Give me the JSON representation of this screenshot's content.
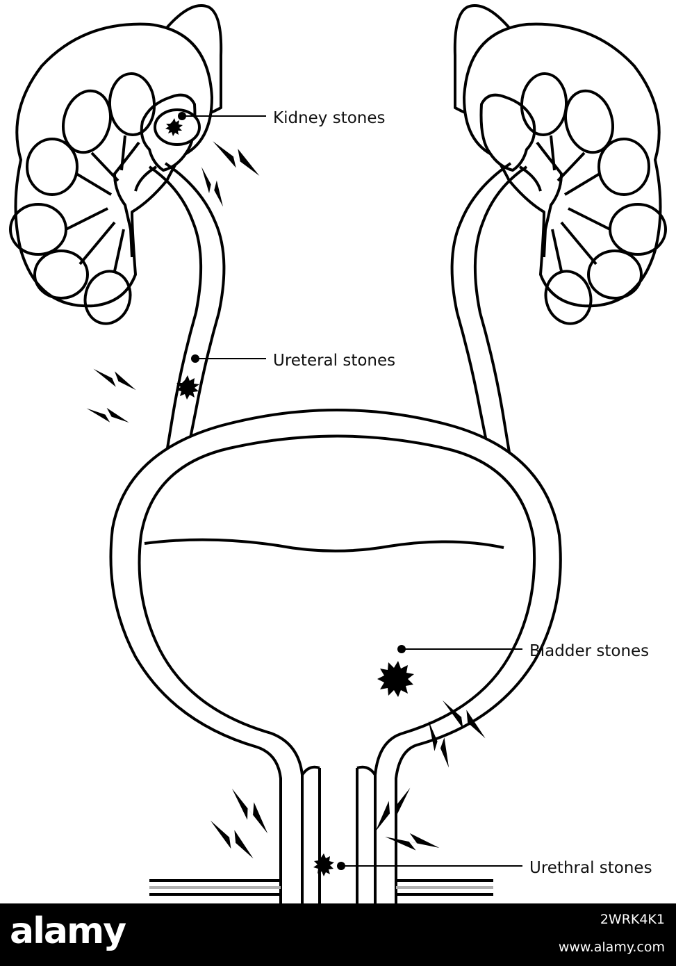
{
  "labels": {
    "kidney": "Kidney stones",
    "ureteral": "Ureteral stones",
    "bladder": "Bladder stones",
    "urethral": "Urethral stones"
  },
  "watermark": {
    "logo": "alamy",
    "image_id": "2WRK4K1",
    "site": "www.alamy.com"
  },
  "colors": {
    "line": "#000000",
    "background": "#ffffff",
    "footer": "#000000",
    "floor_gray": "#b0b0b0"
  }
}
